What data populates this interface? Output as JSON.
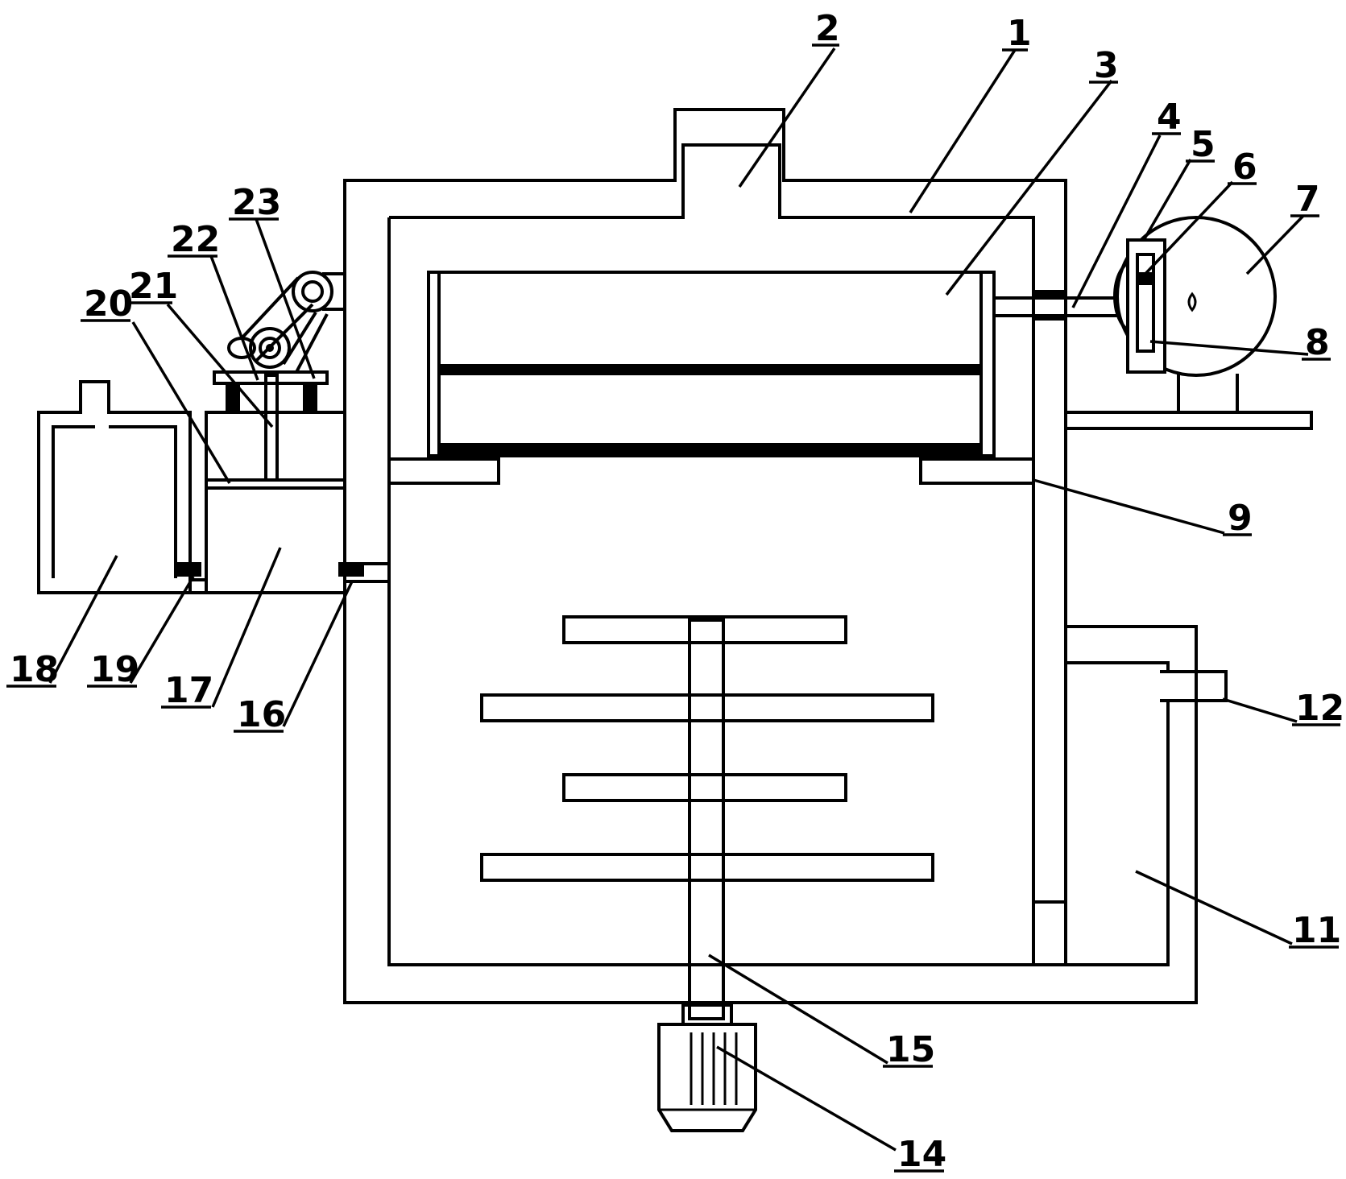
{
  "labels": {
    "l1": "1",
    "l2": "2",
    "l3": "3",
    "l4": "4",
    "l5": "5",
    "l6": "6",
    "l7": "7",
    "l8": "8",
    "l9": "9",
    "l11": "11",
    "l12": "12",
    "l14": "14",
    "l15": "15",
    "l16": "16",
    "l17": "17",
    "l18": "18",
    "l19": "19",
    "l20": "20",
    "l21": "21",
    "l22": "22",
    "l23": "23"
  },
  "colors": {
    "line": "#000000",
    "background": "#ffffff"
  }
}
